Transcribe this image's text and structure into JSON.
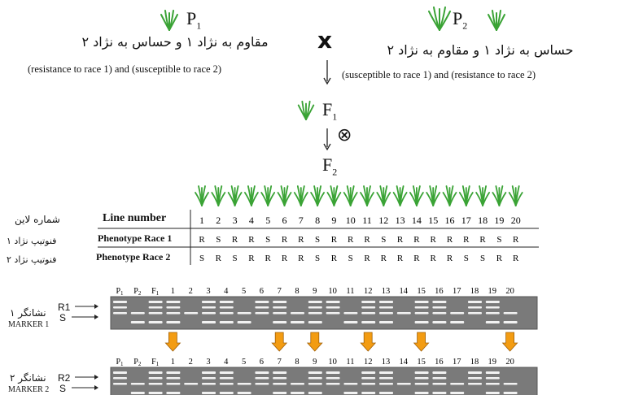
{
  "p1": {
    "label": "P",
    "sub": "1",
    "desc_fa": "مقاوم به نژاد ۱ و حساس به نژاد ۲",
    "desc_en": "(resistance to race 1) and  (susceptible to race 2)"
  },
  "p2": {
    "label": "P",
    "sub": "2",
    "desc_fa": "حساس به نژاد ۱ و مقاوم به نژاد ۲",
    "desc_en": "(susceptible  to race 1) and  (resistance to race 2)"
  },
  "cross_symbol": "x",
  "f1": {
    "label": "F",
    "sub": "1"
  },
  "self_symbol": "⊗",
  "f2": {
    "label": "F",
    "sub": "2"
  },
  "table": {
    "line_label_fa": "شماره لاین",
    "line_label_en": "Line number",
    "race1_label_fa": "فنوتیپ نژاد ۱",
    "race1_label_en": "Phenotype Race 1",
    "race2_label_fa": "فنوتیپ نژاد ۲",
    "race2_label_en": "Phenotype Race 2",
    "lines": [
      "1",
      "2",
      "3",
      "4",
      "5",
      "6",
      "7",
      "8",
      "9",
      "10",
      "11",
      "12",
      "13",
      "14",
      "15",
      "16",
      "17",
      "18",
      "19",
      "20"
    ],
    "race1": [
      "R",
      "S",
      "R",
      "R",
      "S",
      "R",
      "R",
      "S",
      "R",
      "R",
      "R",
      "S",
      "R",
      "R",
      "R",
      "R",
      "R",
      "R",
      "S",
      "R"
    ],
    "race2": [
      "S",
      "R",
      "S",
      "R",
      "R",
      "R",
      "R",
      "S",
      "R",
      "S",
      "R",
      "R",
      "R",
      "R",
      "R",
      "R",
      "S",
      "S",
      "R",
      "R"
    ]
  },
  "marker1": {
    "label_fa": "نشانگر ۱",
    "label_en": "MARKER 1",
    "band_top": "R1",
    "band_bottom": "S",
    "lanes": [
      "P1",
      "P2",
      "F1",
      "1",
      "2",
      "3",
      "4",
      "5",
      "6",
      "7",
      "8",
      "9",
      "10",
      "11",
      "12",
      "13",
      "14",
      "15",
      "16",
      "17",
      "18",
      "19",
      "20"
    ]
  },
  "marker2": {
    "label_fa": "نشانگر ۲",
    "label_en": "MARKER 2",
    "band_top": "R2",
    "band_bottom": "S",
    "lanes": [
      "P1",
      "P2",
      "F1",
      "1",
      "2",
      "3",
      "4",
      "5",
      "6",
      "7",
      "8",
      "9",
      "10",
      "11",
      "12",
      "13",
      "14",
      "15",
      "16",
      "17",
      "18",
      "19",
      "20"
    ]
  },
  "arrows_at_lines": [
    "1",
    "7",
    "9",
    "12",
    "15",
    "20"
  ],
  "colors": {
    "plant": "#3aa335",
    "gel": "#7a7a7a",
    "band": "#f2f2f2",
    "arrow": "#f39c12"
  },
  "icons": {
    "plant": "grass-plant-icon",
    "cross": "cross-icon",
    "self": "self-cross-icon",
    "arrow": "down-arrow-icon"
  }
}
